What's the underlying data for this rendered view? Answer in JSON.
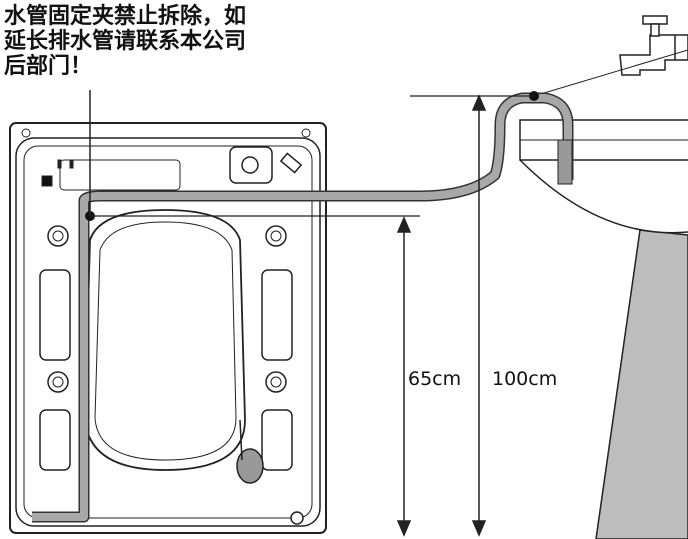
{
  "warning": {
    "lines": [
      "水管固定夹禁止拆除，如",
      "延长排水管请联系本公司",
      "后部门！"
    ]
  },
  "dimensions": {
    "low_height": "65cm",
    "high_height": "100cm"
  }
}
